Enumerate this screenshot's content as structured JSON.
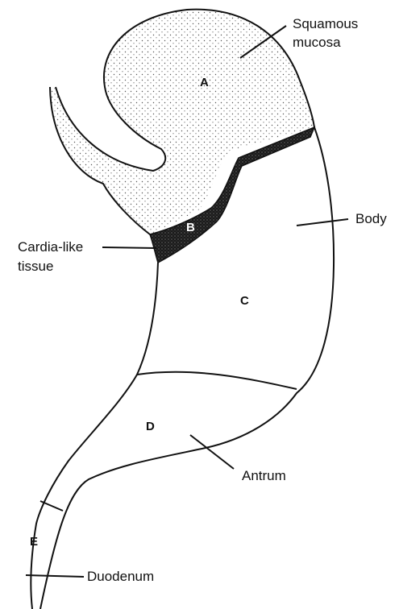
{
  "labels": {
    "squamous_line1": "Squamous",
    "squamous_line2": "mucosa",
    "body": "Body",
    "cardia_line1": "Cardia-like",
    "cardia_line2": "tissue",
    "antrum": "Antrum",
    "duodenum": "Duodenum"
  },
  "regions": {
    "a": "A",
    "b": "B",
    "c": "C",
    "d": "D",
    "e": "E"
  },
  "colors": {
    "outline": "#111111",
    "stipple": "#555555",
    "cardia_band": "#1a1a1a",
    "background": "#ffffff"
  }
}
